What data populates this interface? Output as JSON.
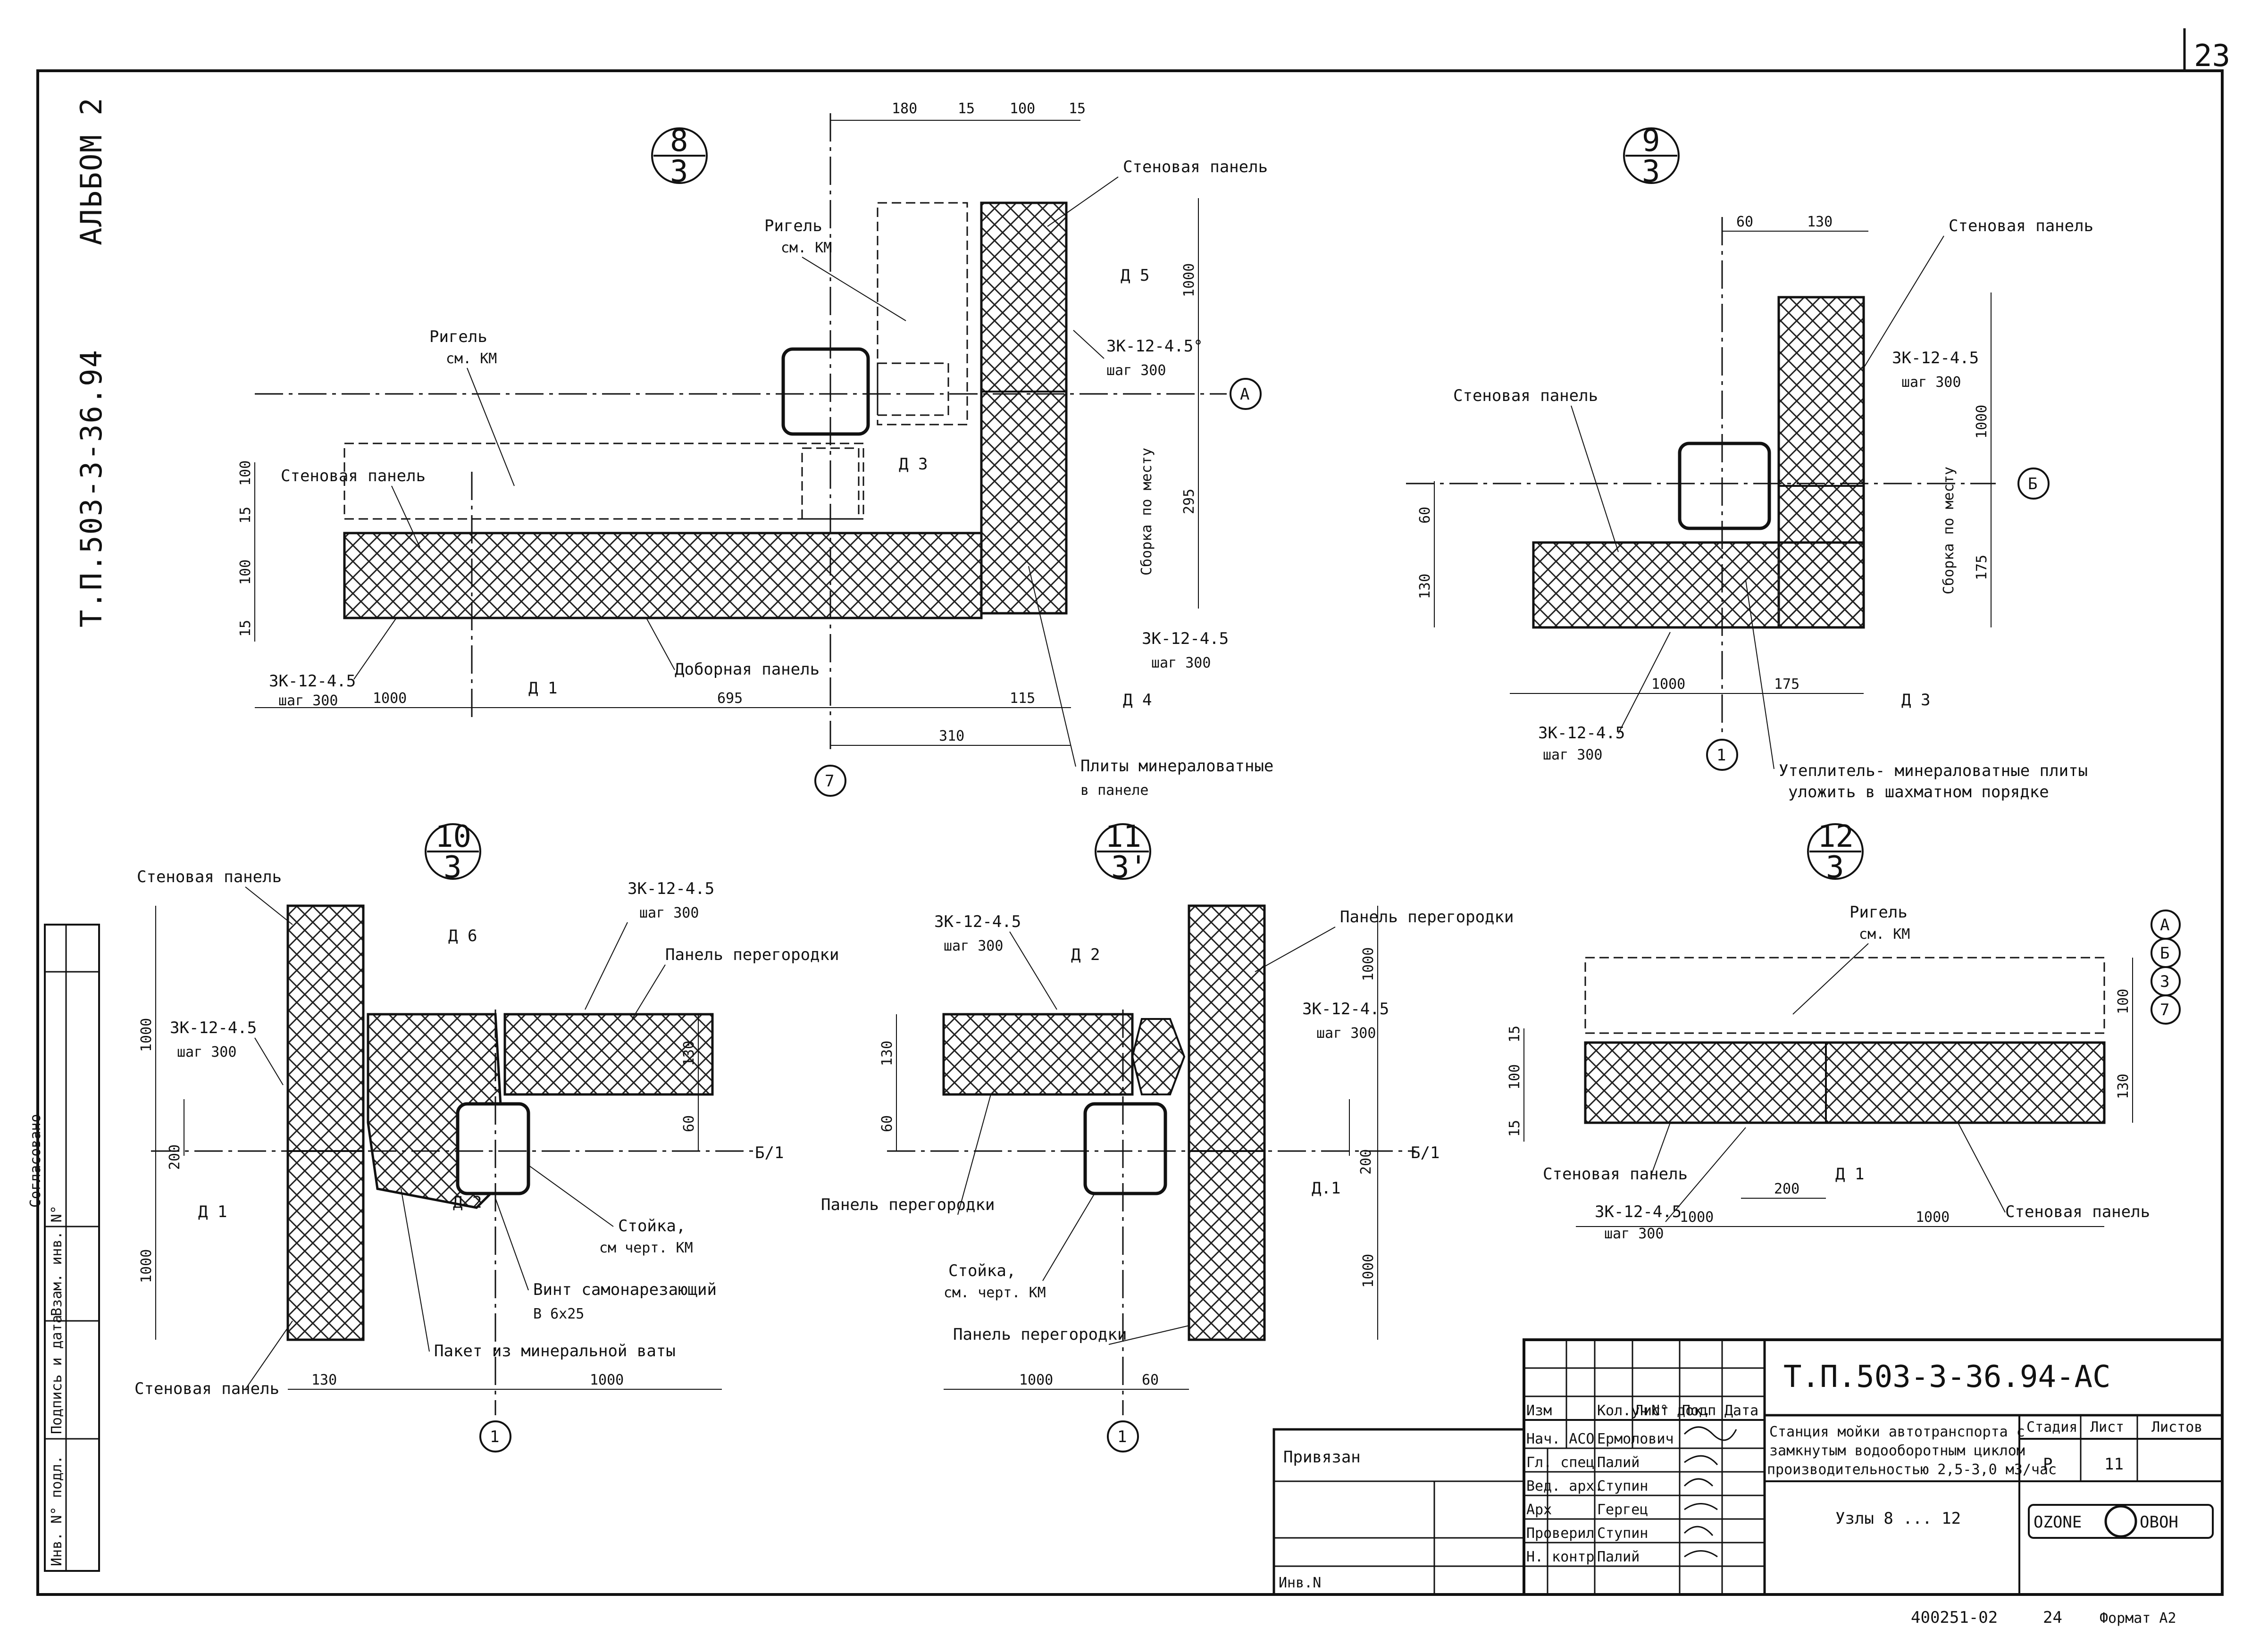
{
  "sheet": {
    "page_number": "23",
    "album": "АЛЬБОМ 2",
    "project_code_side": "Т.П.503-3-36.94",
    "project_code": "Т.П.503-3-36.94-АС",
    "footer_mark": "400251-02",
    "footer_num": "24",
    "format": "Формат А2",
    "side_stamp": [
      "Инв. N° подл.",
      "Подпись и дата",
      "Взам. инв. N°"
    ],
    "side_stamp_top": "Согласовано"
  },
  "nodes": {
    "n8": {
      "top": "8",
      "bottom": "3"
    },
    "n9": {
      "top": "9",
      "bottom": "3"
    },
    "n10": {
      "top": "10",
      "bottom": "3"
    },
    "n11": {
      "top": "11",
      "bottom": "3'"
    },
    "n12": {
      "top": "12",
      "bottom": "3"
    }
  },
  "labels": {
    "wall_panel": "Стеновая панель",
    "rigel": "Ригель",
    "see_km": "см. КМ",
    "dobor_panel": "Доборная панель",
    "mineral_plates": "Плиты минераловатные",
    "in_panel": "в панеле",
    "assembly_on_site": "Сборка по месту",
    "screw": "ЗК-12-4.5",
    "screw_deg": "ЗК-12-4.5°",
    "step300": "шаг 300",
    "insulation": "Утеплитель- минераловатные плиты",
    "checker": "уложить в шахматном порядке",
    "partition_panel": "Панель перегородки",
    "post": "Стойка,",
    "post_see": "см черт. КМ",
    "post_see2": "см. черт. КМ",
    "self_tap": "Винт самонарезающий",
    "self_tap_size": "В 6х25",
    "mineral_pack": "Пакет из минеральной ваты",
    "d1": "Д 1",
    "d2": "Д 2",
    "d3": "Д 3",
    "d4": "Д 4",
    "d5": "Д 5",
    "d6": "Д 6",
    "d1b": "Д.1"
  },
  "axes": {
    "a": "А",
    "b": "Б",
    "seven": "7",
    "one": "1",
    "b1": "Б/1",
    "three": "3"
  },
  "dims": {
    "n8": {
      "top": [
        "180",
        "15",
        "100",
        "15"
      ],
      "right": [
        "1000",
        "295"
      ],
      "left": [
        "100",
        "15",
        "100",
        "15"
      ],
      "bottom": [
        "1000",
        "695",
        "115",
        "310"
      ]
    },
    "n9": {
      "top": [
        "60",
        "130"
      ],
      "right": [
        "1000",
        "175"
      ],
      "left": [
        "60",
        "130"
      ],
      "bottom": [
        "1000",
        "175"
      ]
    },
    "n10": {
      "left": [
        "1000",
        "200",
        "1000"
      ],
      "right": [
        "130",
        "60"
      ],
      "bottom": [
        "130",
        "1000"
      ]
    },
    "n11": {
      "left": [
        "130",
        "60"
      ],
      "right": [
        "1000",
        "200",
        "1000"
      ],
      "bottom": [
        "1000",
        "60"
      ]
    },
    "n12": {
      "left": [
        "15",
        "100",
        "15"
      ],
      "right": [
        "100",
        "130"
      ],
      "bottom": [
        "200",
        "1000",
        "1000"
      ]
    }
  },
  "title_block": {
    "privyazan": "Привязан",
    "inv_n": "Инв.N",
    "head": [
      "Изм",
      "Кол.уч",
      "Лист",
      "N° док.",
      "Подп",
      "Дата"
    ],
    "rows": [
      {
        "role": "Нач. АСО",
        "name": "Ермолович"
      },
      {
        "role": "Гл. спец",
        "name": "Палий"
      },
      {
        "role": "Вед. арх.",
        "name": "Ступин"
      },
      {
        "role": "Арх",
        "name": "Гергец"
      },
      {
        "role": "Проверил",
        "name": "Ступин"
      },
      {
        "role": "Н. контр",
        "name": "Палий"
      }
    ],
    "station": [
      "Станция мойки автотранспорта с",
      "замкнутым водооборотным циклом",
      "производительностью 2,5-3,0 м3/час"
    ],
    "nodes": "Узлы 8 ... 12",
    "stage_h": "Стадия",
    "sheet_h": "Лист",
    "sheets_h": "Листов",
    "stage": "Р",
    "sheet": "11",
    "company_left": "OZONE",
    "company_right": "OBOH"
  },
  "axis_list_12": [
    "А",
    "Б",
    "3",
    "7"
  ]
}
